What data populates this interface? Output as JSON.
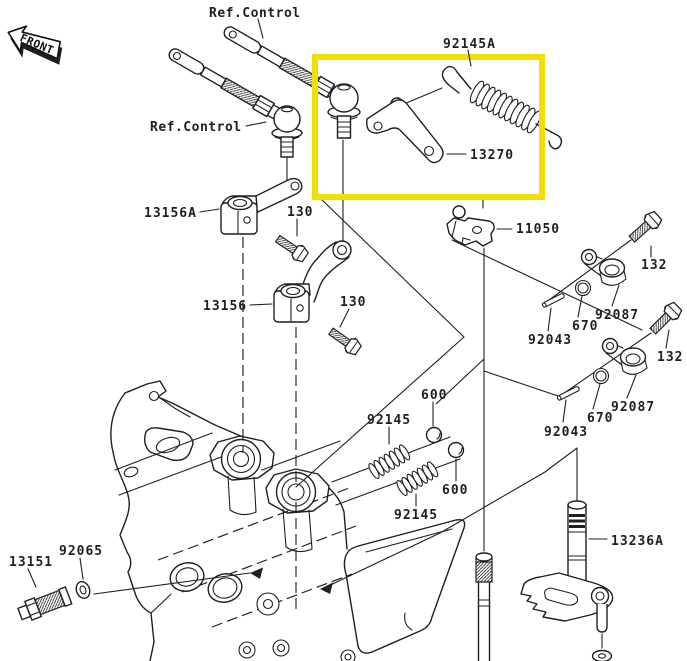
{
  "diagram": {
    "type": "exploded-parts-diagram",
    "front_marker": "FRONT",
    "colors": {
      "highlight": "#f2de04",
      "line": "#1f1f1f",
      "background": "#ffffff"
    },
    "labels": {
      "ref_control_top": "Ref.Control",
      "ref_control_left": "Ref.Control",
      "p92145a": "92145A",
      "p13270": "13270",
      "p11050": "11050",
      "p13156a": "13156A",
      "p130_upper": "130",
      "p13156": "13156",
      "p130_lower": "130",
      "p132_upper": "132",
      "p92087_upper": "92087",
      "p670_upper": "670",
      "p92043_upper": "92043",
      "p132_lower": "132",
      "p92087_lower": "92087",
      "p670_lower": "670",
      "p92043_lower": "92043",
      "p600_upper": "600",
      "p92145_upper": "92145",
      "p600_lower": "600",
      "p92145_lower": "92145",
      "p13236a": "13236A",
      "p13151": "13151",
      "p92065": "92065"
    }
  }
}
